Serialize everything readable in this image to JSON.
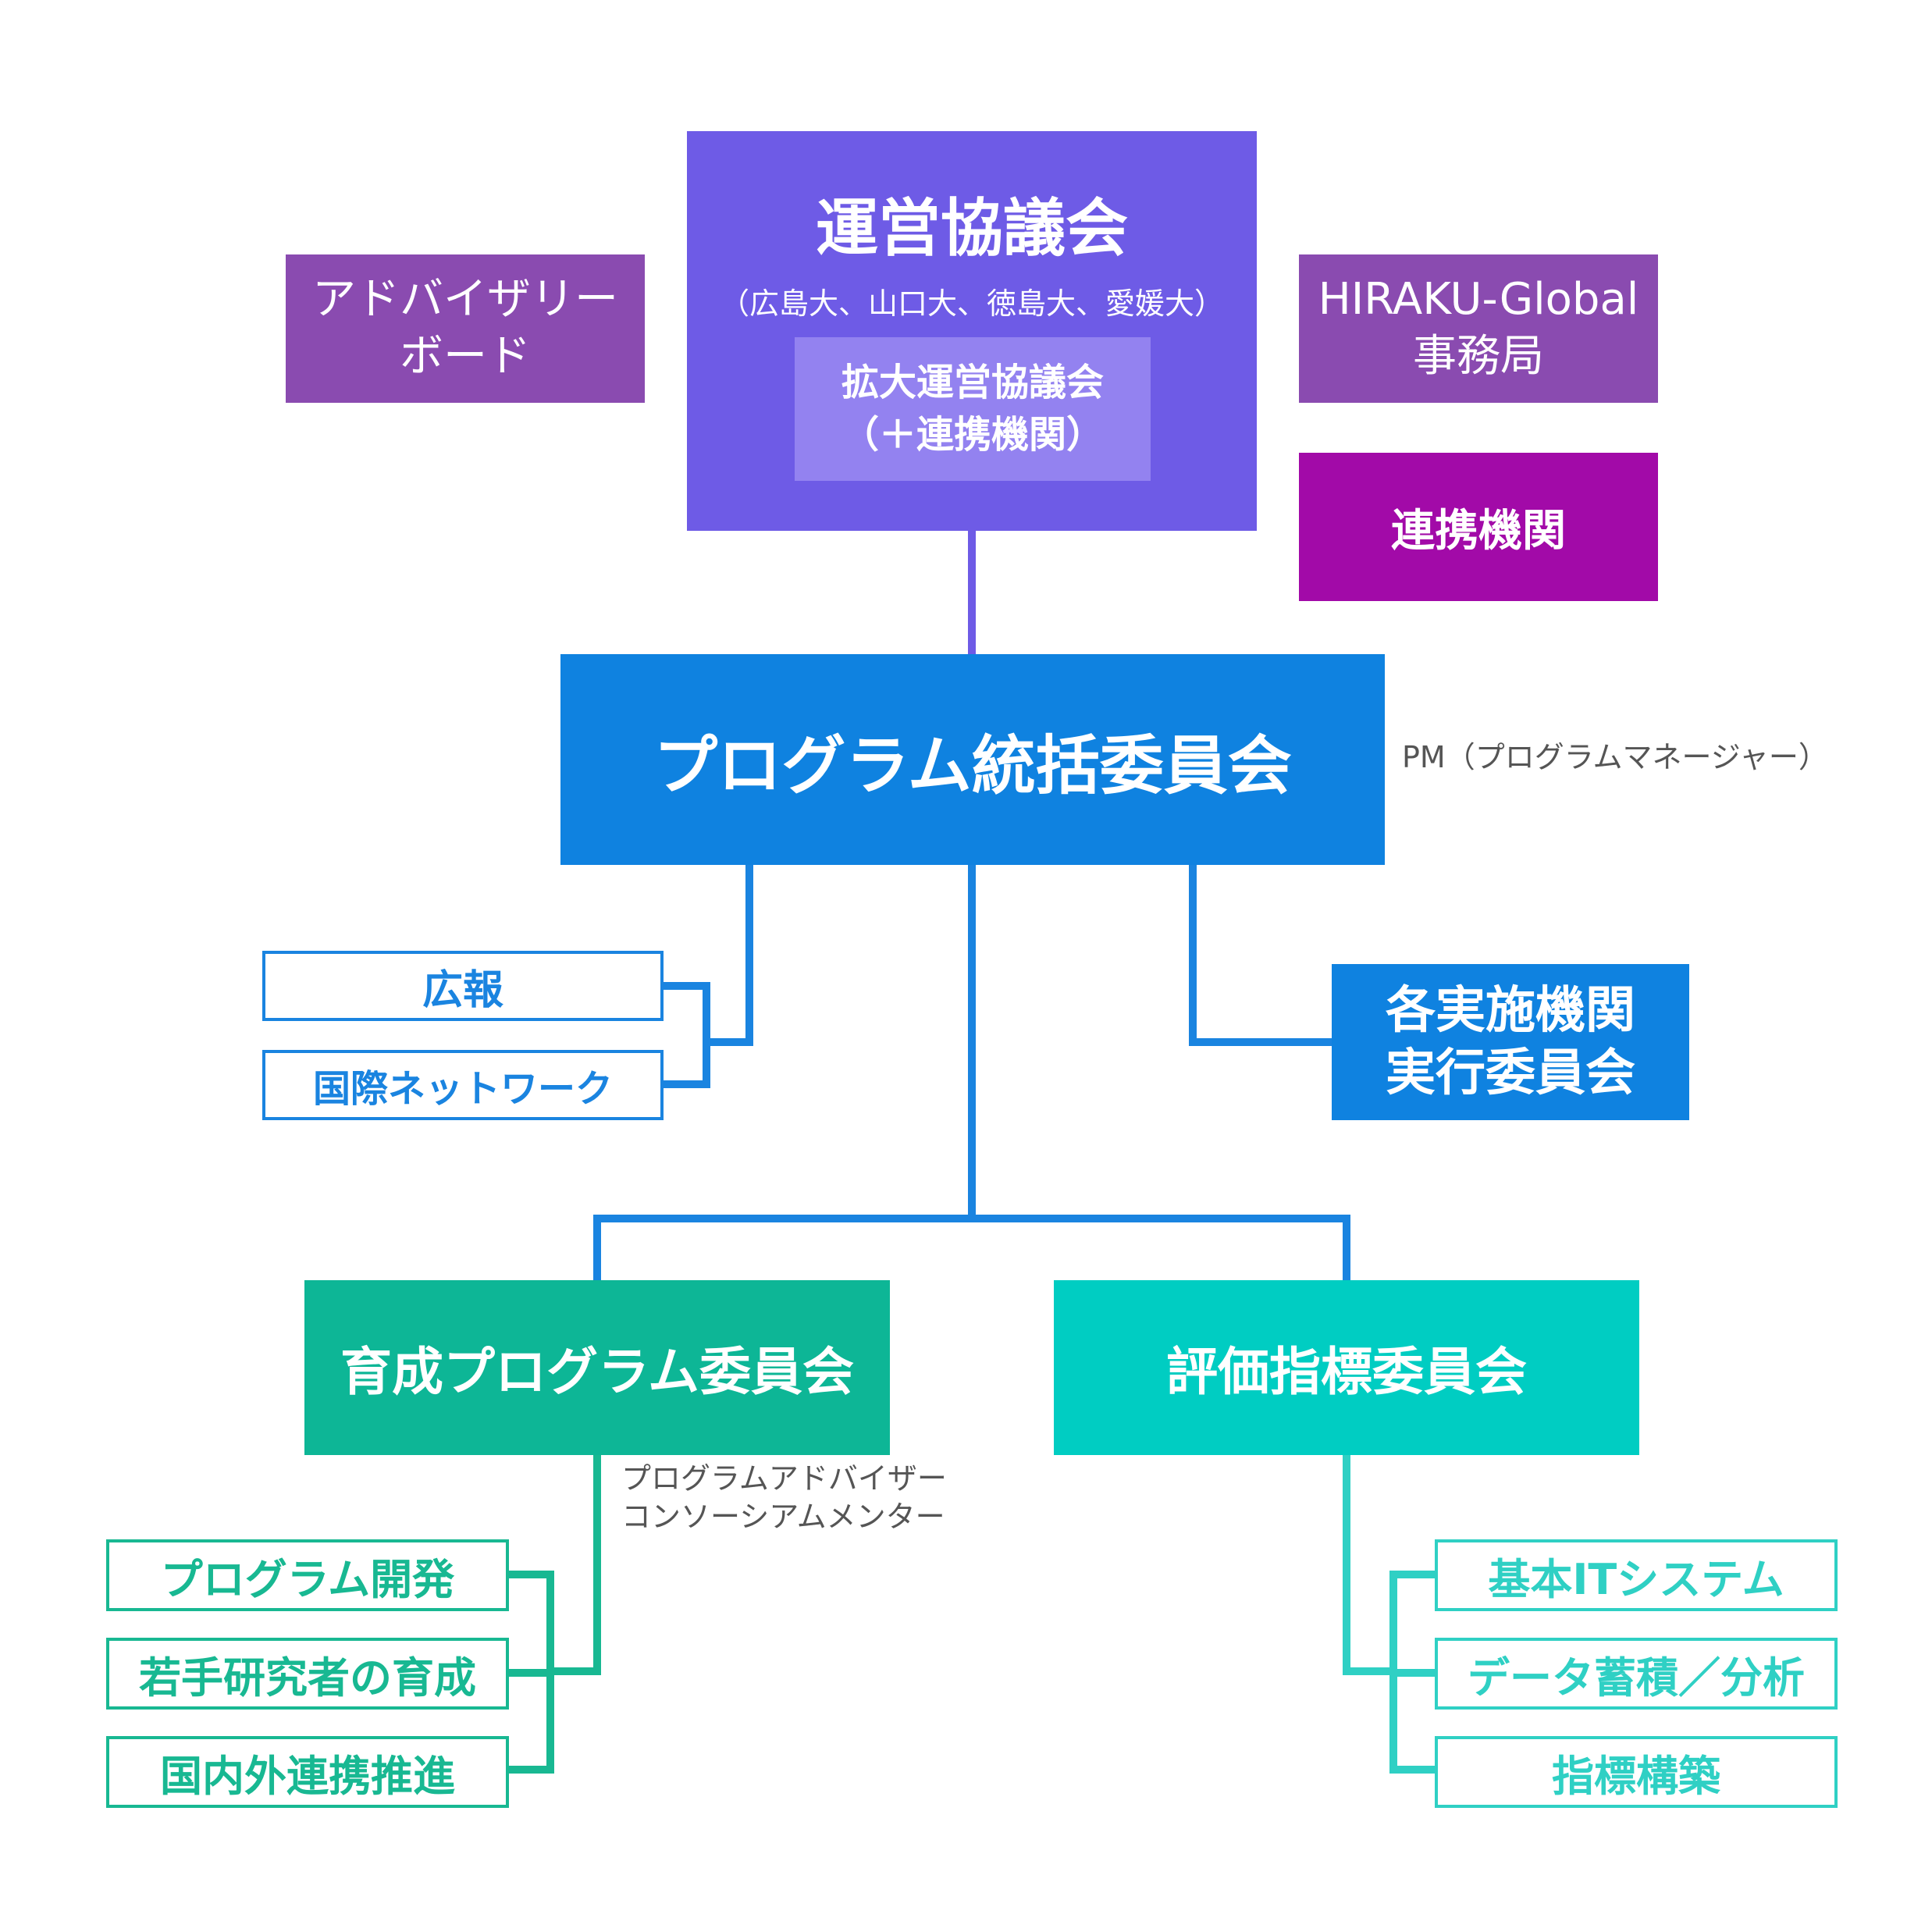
{
  "steering": {
    "title": "運営協議会",
    "members": "（広島大、山口大、徳島大、愛媛大）",
    "expanded_line1": "拡大運営協議会",
    "expanded_line2": "（＋連携機関）"
  },
  "advisory": {
    "line1": "アドバイザリー",
    "line2": "ボード"
  },
  "secretariat": {
    "line1": "HIRAKU-Global",
    "line2": "事務局"
  },
  "partners": {
    "label": "連携機関"
  },
  "program": {
    "label": "プログラム統括委員会",
    "note": "PM（プログラムマネージャー）"
  },
  "left_units": {
    "pr": "広報",
    "intl": "国際ネットワーク"
  },
  "exec": {
    "line1": "各実施機関",
    "line2": "実行委員会"
  },
  "training": {
    "label": "育成プログラム委員会",
    "note_line1": "プログラムアドバイザー",
    "note_line2": "コンソーシアムメンター",
    "items": [
      "プログラム開発",
      "若手研究者の育成",
      "国内外連携推進"
    ]
  },
  "evaluation": {
    "label": "評価指標委員会",
    "items": [
      "基本ITシステム",
      "データ蓄積／分析",
      "指標構築"
    ]
  },
  "colors": {
    "steering": "#6e5be6",
    "advisory": "#8a4bb0",
    "partners": "#a20aa8",
    "program": "#0f82e0",
    "training": "#0db696",
    "evaluation": "#00cdc2"
  }
}
